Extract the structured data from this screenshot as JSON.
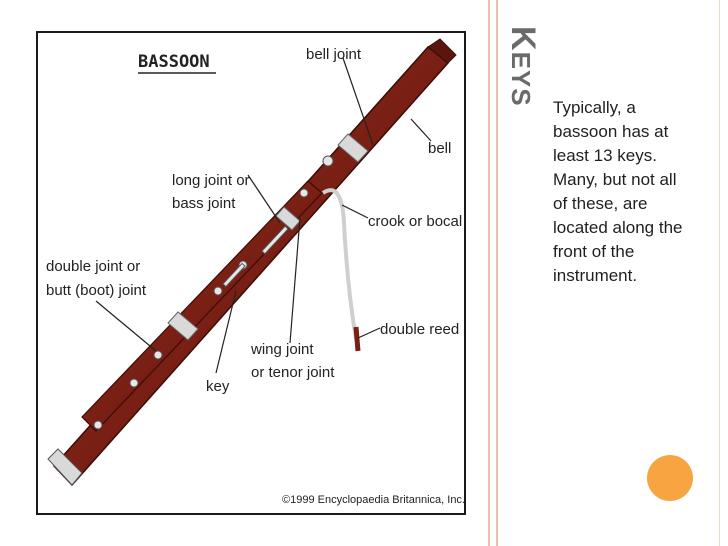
{
  "slide": {
    "title_first": "K",
    "title_rest": "EYS",
    "body": "Typically, a bassoon has at least 13 keys. Many, but not all of these, are located along the front of the instrument.",
    "accent_color": "#f7941e",
    "line_color": "#f2c0a8"
  },
  "diagram": {
    "title": "BASSOON",
    "labels": {
      "bell_joint": "bell joint",
      "bell": "bell",
      "long_joint_1": "long joint or",
      "long_joint_2": "bass joint",
      "crook": "crook or bocal",
      "double_joint_1": "double joint or",
      "double_joint_2": "butt (boot) joint",
      "double_reed": "double reed",
      "wing_joint_1": "wing joint",
      "wing_joint_2": "or tenor joint",
      "key": "key"
    },
    "credit": "©1999 Encyclopaedia Britannica, Inc.",
    "wood_color": "#7a1f14"
  }
}
